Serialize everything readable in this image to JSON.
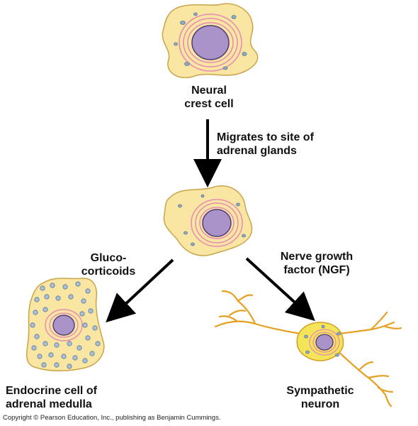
{
  "labels": {
    "neural_crest_line1": "Neural",
    "neural_crest_line2": "crest cell",
    "migrates_line1": "Migrates to site of",
    "migrates_line2": "adrenal glands",
    "gluco_line1": "Gluco-",
    "gluco_line2": "corticoids",
    "ngf_line1": "Nerve growth",
    "ngf_line2": "factor (NGF)",
    "endocrine_line1": "Endocrine cell of",
    "endocrine_line2": "adrenal medulla",
    "sympathetic_line1": "Sympathetic",
    "sympathetic_line2": "neuron"
  },
  "copyright": "Copyright © Pearson Education, Inc., publishing as Benjamin Cummings.",
  "colors": {
    "cytoplasm": "#f9e6a3",
    "cell_outline": "#c9a449",
    "nucleus": "#a993c9",
    "nucleus_outline": "#4f3a78",
    "er": "#e98bb3",
    "granule": "#a9bfd6",
    "granule_outline": "#5b7695",
    "arrow": "#000000",
    "axon": "#e6a021",
    "neuron_body": "#f4e45a"
  }
}
